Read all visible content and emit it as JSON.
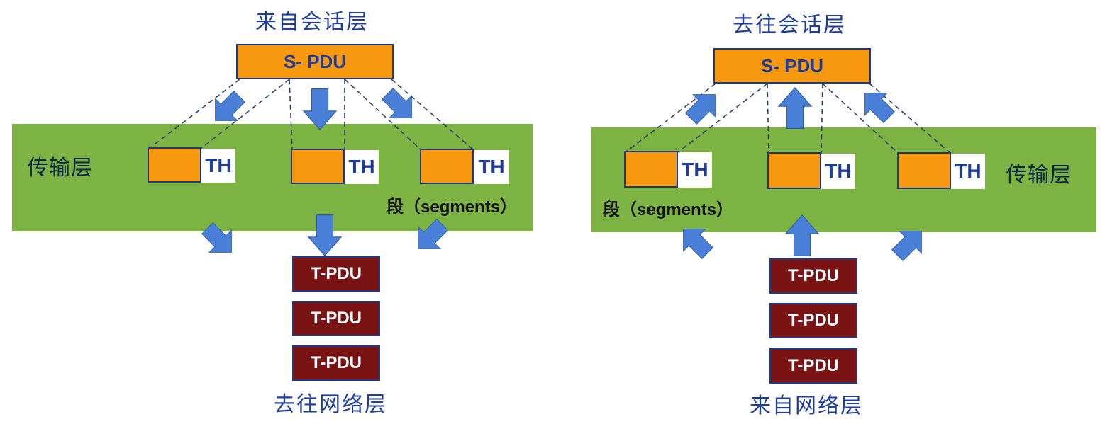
{
  "colors": {
    "band": "#7cb342",
    "segment_fill": "#f7980f",
    "tpdu_fill": "#7a1414",
    "arrow_fill": "#4a7fd8",
    "title_text": "#1f3e9b"
  },
  "left": {
    "top_label": "来自会话层",
    "spdu_label": "S- PDU",
    "layer_label": "传输层",
    "th_labels": [
      "TH",
      "TH",
      "TH"
    ],
    "segment_label": "段（segments）",
    "tpdu_labels": [
      "T-PDU",
      "T-PDU",
      "T-PDU"
    ],
    "bottom_label": "去往网络层"
  },
  "right": {
    "top_label": "去往会话层",
    "spdu_label": "S- PDU",
    "layer_label": "传输层",
    "th_labels": [
      "TH",
      "TH",
      "TH"
    ],
    "segment_label": "段（segments）",
    "tpdu_labels": [
      "T-PDU",
      "T-PDU",
      "T-PDU"
    ],
    "bottom_label": "来自网络层"
  }
}
